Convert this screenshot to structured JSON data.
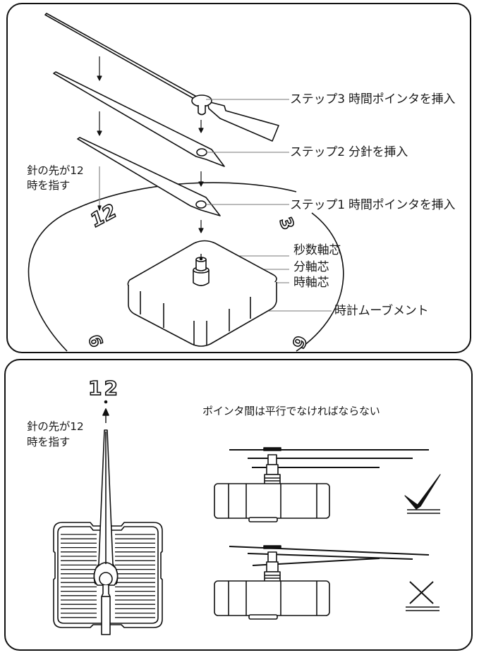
{
  "top_panel": {
    "steps": [
      {
        "label": "ステップ3 時間ポインタを挿入"
      },
      {
        "label": "ステップ2 分針を挿入"
      },
      {
        "label": "ステップ1 時間ポインタを挿入"
      }
    ],
    "shaft_labels": [
      {
        "label": "秒数軸芯"
      },
      {
        "label": "分軸芯"
      },
      {
        "label": "時軸芯"
      }
    ],
    "movement_label": "時計ムーブメント",
    "tip_note_line1": "針の先が12",
    "tip_note_line2": "時を指す",
    "dial_numbers": {
      "twelve": "12",
      "three": "3",
      "six": "6",
      "nine": "9"
    }
  },
  "bottom_panel": {
    "twelve": "12",
    "tip_note_line1": "針の先が12",
    "tip_note_line2": "時を指す",
    "parallel_note": "ポインタ間は平行でなければならない",
    "correct_icon": "checkmark-icon",
    "wrong_icon": "cross-icon"
  },
  "colors": {
    "line": "#111111",
    "background": "#ffffff",
    "leader": "#777777"
  }
}
